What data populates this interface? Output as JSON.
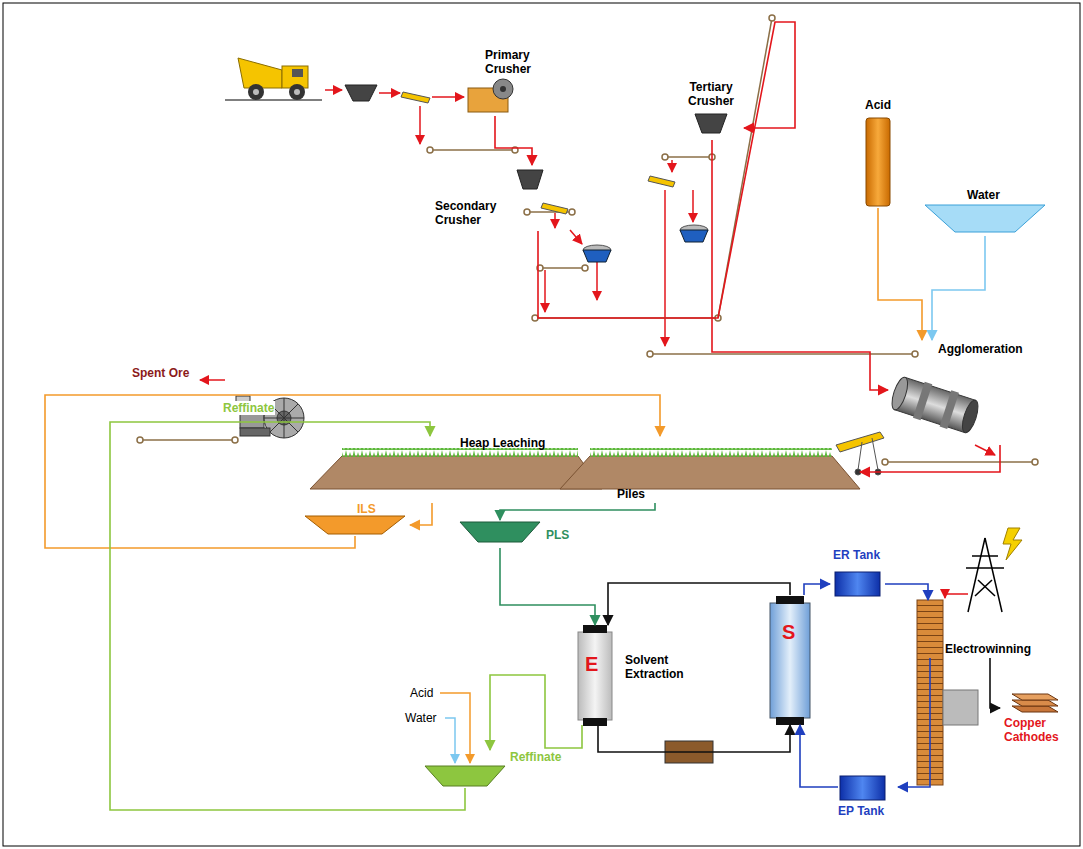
{
  "diagram": {
    "nodes": [
      {
        "text": [
          "Primary Crusher"
        ]
      },
      {
        "text": [
          "Secondary Crusher"
        ]
      },
      {
        "text": [
          "Tertiary Crusher"
        ]
      },
      {
        "text": [
          "Acid"
        ]
      },
      {
        "text": [
          "Water"
        ]
      },
      {
        "text": [
          "Agglomeration"
        ]
      },
      {
        "text": [
          "Heap Leaching",
          "Piles"
        ]
      },
      {
        "text": [
          "ILS"
        ]
      },
      {
        "text": [
          "PLS"
        ]
      },
      {
        "text": [
          "E",
          "Solvent Extraction"
        ]
      },
      {
        "text": [
          "S"
        ]
      },
      {
        "text": [
          "ER Tank"
        ]
      },
      {
        "text": [
          "Electrowinning"
        ]
      },
      {
        "text": [
          "Copper Cathodes"
        ]
      },
      {
        "text": [
          "EP Tank"
        ]
      },
      {
        "text": [
          "Reffinate"
        ]
      }
    ],
    "edges": [
      {
        "from": 0,
        "to": 1,
        "arrow": "to"
      },
      {
        "from": 1,
        "to": 2,
        "arrow": "to"
      },
      {
        "from": 2,
        "to": 5,
        "arrow": "to"
      },
      {
        "from": 3,
        "to": 5,
        "arrow": "to"
      },
      {
        "from": 4,
        "to": 5,
        "arrow": "to"
      },
      {
        "from": 5,
        "to": 6,
        "arrow": "to"
      },
      {
        "from": 6,
        "to": 7,
        "arrow": "to"
      },
      {
        "from": 7,
        "to": 6,
        "arrow": "to"
      },
      {
        "from": 6,
        "to": 8,
        "arrow": "to"
      },
      {
        "from": 8,
        "to": 9,
        "arrow": "to"
      },
      {
        "from": 9,
        "to": 10,
        "arrow": "to"
      },
      {
        "from": 10,
        "to": 9,
        "arrow": "to"
      },
      {
        "from": 9,
        "to": 15,
        "arrow": "to"
      },
      {
        "from": 15,
        "to": 6,
        "label": "Reffinate",
        "arrow": "to"
      },
      {
        "from": 10,
        "to": 11,
        "arrow": "to"
      },
      {
        "from": 11,
        "to": 12,
        "arrow": "to"
      },
      {
        "from": 12,
        "to": 13,
        "arrow": "to"
      },
      {
        "from": 12,
        "to": 14,
        "arrow": "to"
      },
      {
        "from": 14,
        "to": 10,
        "arrow": "to"
      }
    ],
    "labels": [
      "Spent Ore",
      "Acid",
      "Water"
    ]
  }
}
